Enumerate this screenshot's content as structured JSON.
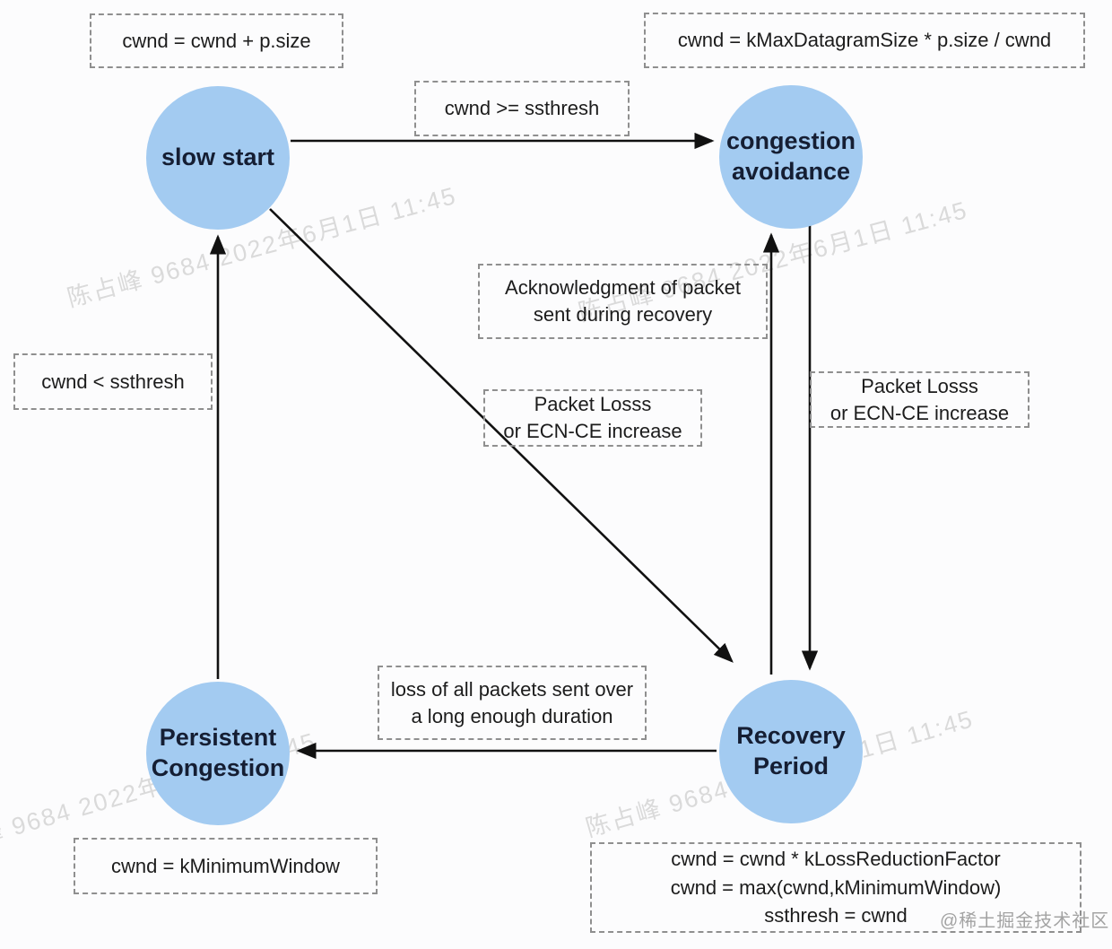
{
  "nodes": {
    "slow_start": {
      "label": "slow start"
    },
    "congestion_avoidance": {
      "line1": "congestion",
      "line2": "avoidance"
    },
    "recovery_period": {
      "line1": "Recovery",
      "line2": "Period"
    },
    "persistent_congestion": {
      "line1": "Persistent",
      "line2": "Congestion"
    }
  },
  "boxes": {
    "slow_start_formula": {
      "line1": "cwnd = cwnd + p.size"
    },
    "congestion_avoidance_formula": {
      "line1": "cwnd = kMaxDatagramSize * p.size / cwnd"
    },
    "ss_to_ca_condition": {
      "line1": "cwnd >= ssthresh"
    },
    "recovery_to_ca_condition": {
      "line1": "Acknowledgment of packet",
      "line2": "sent during recovery"
    },
    "pc_to_ss_condition": {
      "line1": "cwnd < ssthresh"
    },
    "ss_to_recovery_condition": {
      "line1": "Packet Losss",
      "line2": "or ECN-CE increase"
    },
    "ca_to_recovery_condition": {
      "line1": "Packet Losss",
      "line2": "or ECN-CE increase"
    },
    "recovery_to_pc_condition": {
      "line1": "loss of all packets sent over",
      "line2": "a long enough duration"
    },
    "persistent_congestion_formula": {
      "line1": "cwnd = kMinimumWindow"
    },
    "recovery_formula": {
      "line1": "cwnd = cwnd * kLossReductionFactor",
      "line2": "cwnd = max(cwnd,kMinimumWindow)",
      "line3": "ssthresh = cwnd"
    }
  },
  "watermarks": {
    "stamp": "陈占峰 9684 2022年6月1日 11:45",
    "credit": "@稀土掘金技术社区"
  },
  "colors": {
    "node_fill": "#a3cbf1",
    "node_text": "#151e33",
    "arrow": "#111111",
    "box_border": "#8f8f8f",
    "background": "#fcfcfd"
  }
}
